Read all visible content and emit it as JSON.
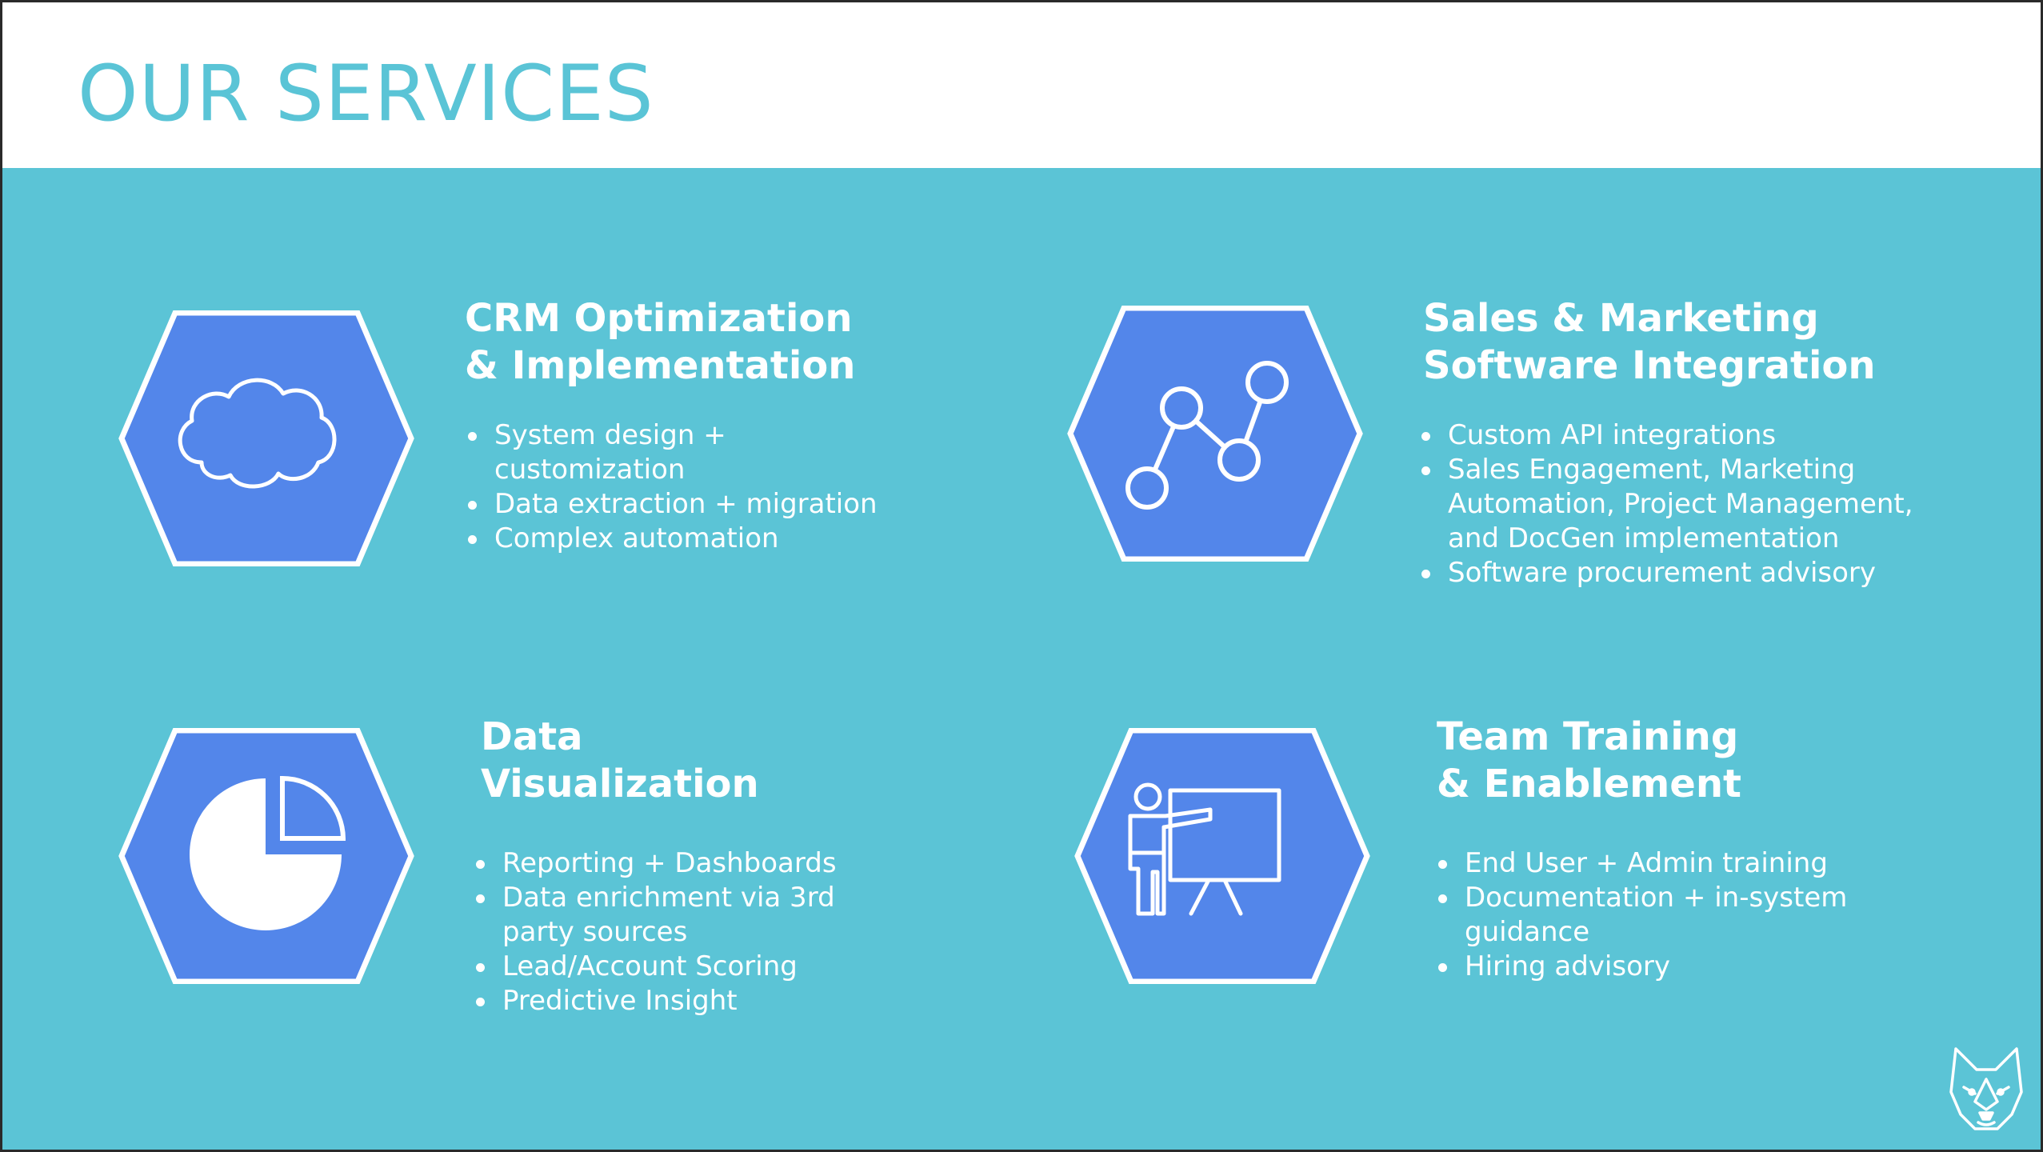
{
  "page": {
    "title": "OUR SERVICES"
  },
  "colors": {
    "header_bg": "#ffffff",
    "title_color": "#5ac4d6",
    "content_bg": "#5bc4d6",
    "hex_fill": "#5386ea",
    "hex_stroke": "#ffffff",
    "text": "#ffffff"
  },
  "services": [
    {
      "icon": "cloud-icon",
      "title_lines": [
        "CRM Optimization",
        "& Implementation"
      ],
      "bullets": [
        "System design +\ncustomization",
        "Data extraction + migration",
        "Complex automation"
      ]
    },
    {
      "icon": "line-graph-icon",
      "title_lines": [
        "Sales & Marketing",
        "Software Integration"
      ],
      "bullets": [
        "Custom API integrations",
        "Sales Engagement, Marketing\nAutomation, Project Management,\nand DocGen implementation",
        "Software procurement advisory"
      ]
    },
    {
      "icon": "pie-chart-icon",
      "title_lines": [
        "Data",
        "Visualization"
      ],
      "bullets": [
        "Reporting + Dashboards",
        "Data enrichment via 3rd\nparty sources",
        "Lead/Account Scoring",
        "Predictive Insight"
      ]
    },
    {
      "icon": "presentation-icon",
      "title_lines": [
        "Team Training",
        "& Enablement"
      ],
      "bullets": [
        "End User + Admin training",
        "Documentation + in-system\nguidance",
        "Hiring advisory"
      ]
    }
  ],
  "logo": {
    "icon": "husky-logo-icon"
  }
}
